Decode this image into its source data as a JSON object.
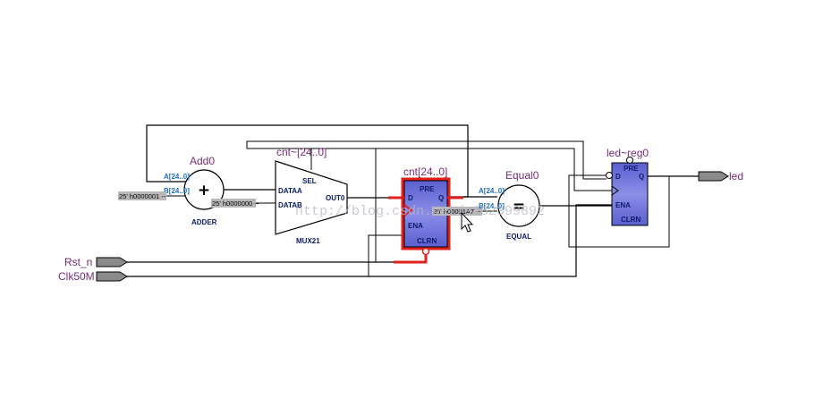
{
  "adder": {
    "instance": "Add0",
    "port_a": "A[24..0]",
    "port_b": "B[24..0]",
    "symbol": "+",
    "type": "ADDER"
  },
  "mux": {
    "instance": "cnt~[24..0]",
    "sel": "SEL",
    "data_a": "DATAA",
    "data_b": "DATAB",
    "out": "OUT0",
    "type": "MUX21"
  },
  "counter_reg": {
    "instance": "cnt[24..0]",
    "pre": "PRE",
    "d": "D",
    "q": "Q",
    "ena": "ENA",
    "clrn": "CLRN"
  },
  "comparator": {
    "instance": "Equal0",
    "port_a": "A[24..0]",
    "port_b": "B[24..0]",
    "symbol": "=",
    "type": "EQUAL"
  },
  "led_reg": {
    "instance": "led~reg0",
    "pre": "PRE",
    "d": "D",
    "q": "Q",
    "ena": "ENA",
    "clrn": "CLRN"
  },
  "constants": {
    "adder_b": "25' h0000001 --",
    "mux_b": "25' h0000000 --",
    "equal_b": "25' h00001A7 --"
  },
  "pins": {
    "reset": "Rst_n",
    "clock": "Clk50M",
    "output": "led"
  },
  "watermark": "http://blog.csdn.net/a182399892",
  "colors": {
    "register_fill": "#6f73d8",
    "selected_outline": "#e0201c",
    "instance_label": "#7a2a7a",
    "port_label": "#1f6fc4"
  }
}
